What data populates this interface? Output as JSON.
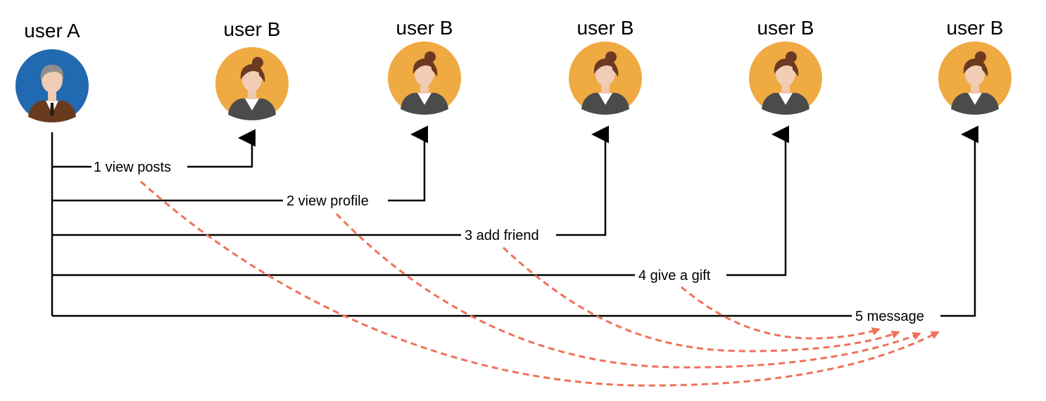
{
  "users": {
    "a": {
      "label": "user A",
      "icon": "man-avatar-icon"
    },
    "b": [
      {
        "label": "user B",
        "icon": "woman-avatar-icon"
      },
      {
        "label": "user B",
        "icon": "woman-avatar-icon"
      },
      {
        "label": "user B",
        "icon": "woman-avatar-icon"
      },
      {
        "label": "user B",
        "icon": "woman-avatar-icon"
      },
      {
        "label": "user B",
        "icon": "woman-avatar-icon"
      }
    ]
  },
  "steps": [
    {
      "label": "1 view posts"
    },
    {
      "label": "2 view profile"
    },
    {
      "label": "3 add friend"
    },
    {
      "label": "4 give a gift"
    },
    {
      "label": "5 message"
    }
  ],
  "colors": {
    "user_a_bg": "#2169b0",
    "user_b_bg": "#efaa42",
    "connector": "#000000",
    "dashed_arrow": "#ef7158"
  }
}
